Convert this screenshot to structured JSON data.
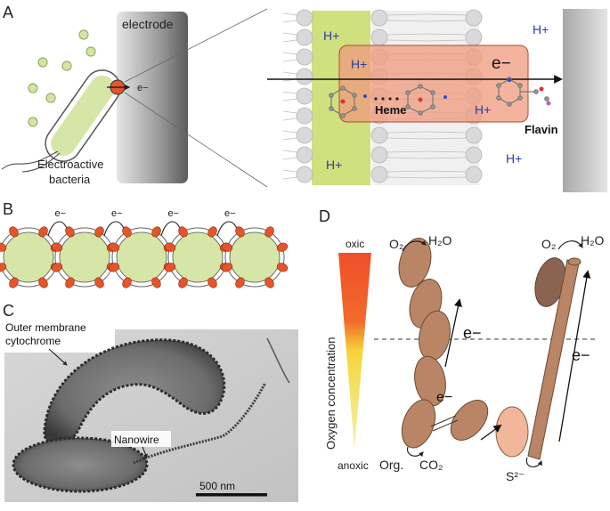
{
  "panels": {
    "a": {
      "letter": "A",
      "electrode_label": "electrode",
      "bacteria_label_line1": "Electroactive",
      "bacteria_label_line2": "bacteria",
      "electron_label": "e−",
      "proton_label": "H+",
      "big_electron_label": "e−",
      "heme_label": "Heme",
      "flavin_label": "Flavin"
    },
    "b": {
      "letter": "B",
      "electron_label": "e−"
    },
    "c": {
      "letter": "C",
      "outer_membrane_line1": "Outer membrane",
      "outer_membrane_line2": "cytochrome",
      "nanowire_label": "Nanowire",
      "scalebar_label": "500 nm"
    },
    "d": {
      "letter": "D",
      "oxic_label": "oxic",
      "anoxic_label": "anoxic",
      "axis_label": "Oxygen concentration",
      "o2_label": "O₂",
      "h2o_label": "H₂O",
      "org_label": "Org.",
      "co2_label": "CO₂",
      "sulfide_label": "S²⁻",
      "electron_label": "e−"
    }
  },
  "colors": {
    "cell_green": "#d6e6a6",
    "membrane_green": "#cfe07f",
    "cytochrome_red": "#e8542a",
    "proton_blue": "#2b3f9e",
    "electrode_dark": "#6e6e6e",
    "bacterium_brown": "#b98566",
    "sediment_top": "#f0602a",
    "sediment_bottom": "#e8ef6a"
  },
  "icons": {
    "arrow": "arrow-icon",
    "heme": "heme-molecule-icon",
    "flavin": "flavin-molecule-icon"
  }
}
